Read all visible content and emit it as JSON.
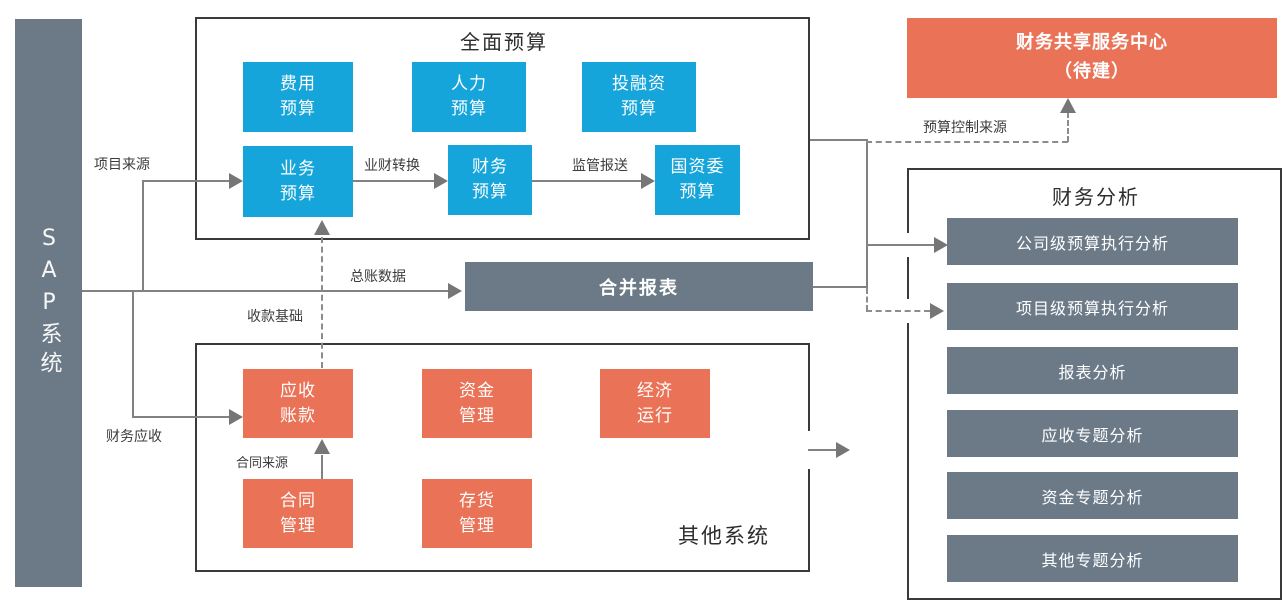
{
  "palette": {
    "blue": "#16a5da",
    "orange": "#e97257",
    "slate": "#6c7a88",
    "line": "#828282",
    "border": "#3a3a3a",
    "label": "#3c3c3c"
  },
  "sap_bar": {
    "label": "SAP系统"
  },
  "budget_panel": {
    "title": "全面预算",
    "boxes": {
      "expense": "费用\n预算",
      "hr": "人力\n预算",
      "investment": "投融资\n预算",
      "business": "业务\n预算",
      "finance": "财务\n预算",
      "sasac": "国资委\n预算"
    }
  },
  "consolidated_report": {
    "label": "合并报表"
  },
  "other_systems_panel": {
    "title": "其他系统",
    "boxes": {
      "receivables": "应收\n账款",
      "funds": "资金\n管理",
      "economic": "经济\n运行",
      "contracts": "合同\n管理",
      "inventory": "存货\n管理"
    }
  },
  "shared_service_center": {
    "label": "财务共享服务中心\n（待建）"
  },
  "analysis_panel": {
    "title": "财务分析",
    "items": [
      {
        "label": "公司级预算执行分析"
      },
      {
        "label": "项目级预算执行分析"
      },
      {
        "label": "报表分析"
      },
      {
        "label": "应收专题分析"
      },
      {
        "label": "资金专题分析"
      },
      {
        "label": "其他专题分析"
      }
    ]
  },
  "edge_labels": {
    "project_source": "项目来源",
    "biz_fin_conversion": "业财转换",
    "regulatory_submission": "监管报送",
    "gl_data": "总账数据",
    "collection_basis": "收款基础",
    "finance_receivable": "财务应收",
    "contract_source": "合同来源",
    "budget_control_source": "预算控制来源"
  }
}
